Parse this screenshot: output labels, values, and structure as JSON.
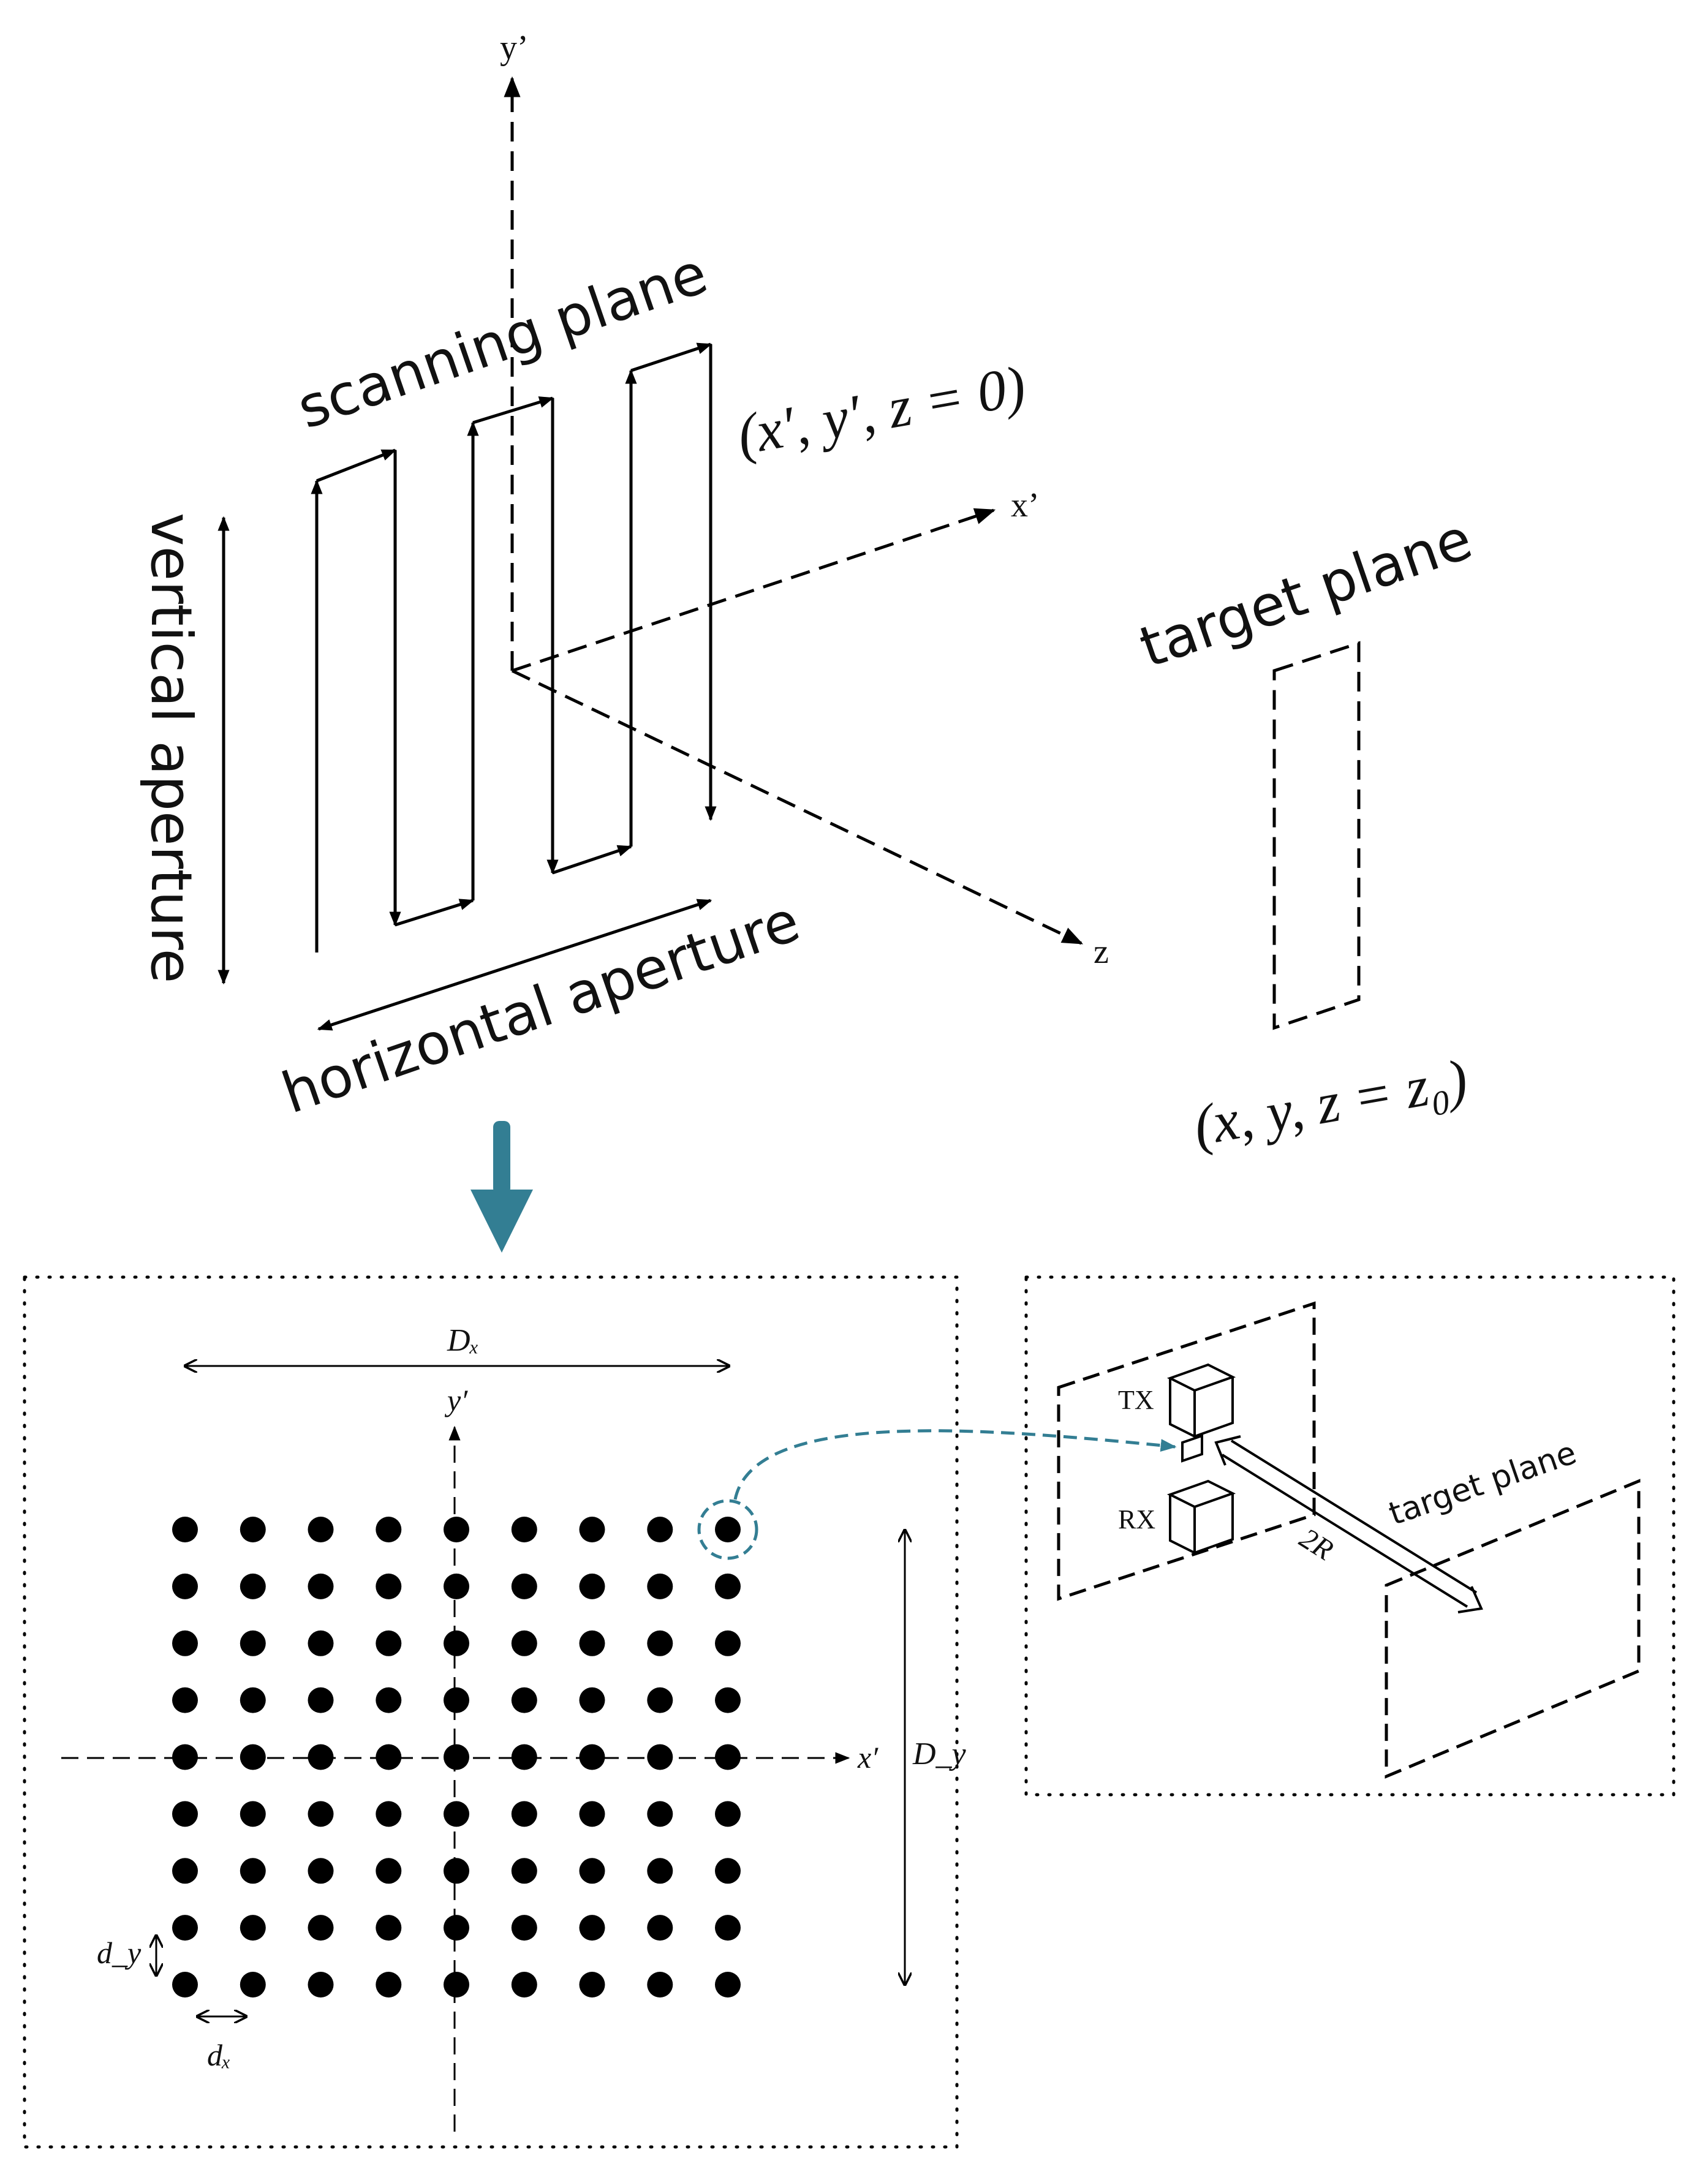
{
  "top": {
    "axes": {
      "y_prime": "y’",
      "x_prime": "x’",
      "z": "z"
    },
    "scanning_plane_label": "scanning plane",
    "scanning_coord": "(x′, y′, z = 0)",
    "vertical_aperture_label": "vertical aperture",
    "horizontal_aperture_label": "horizontal aperture",
    "target_plane_label": "target plane",
    "target_coord": "(x, y, z = z₀)"
  },
  "transition_arrow_color": "#337e93",
  "grid_panel": {
    "dx_span_label": "Dₓ",
    "dy_span_label": "D_y",
    "dx_label": "dₓ",
    "dy_label": "d_y",
    "y_axis_label": "y′",
    "x_axis_label": "x′",
    "columns": 9,
    "rows": 9,
    "highlight": {
      "row": 1,
      "col": 9,
      "color": "#337e93"
    }
  },
  "detail_panel": {
    "tx_label": "TX",
    "rx_label": "RX",
    "distance_label": "2R",
    "target_plane_label": "target plane"
  }
}
